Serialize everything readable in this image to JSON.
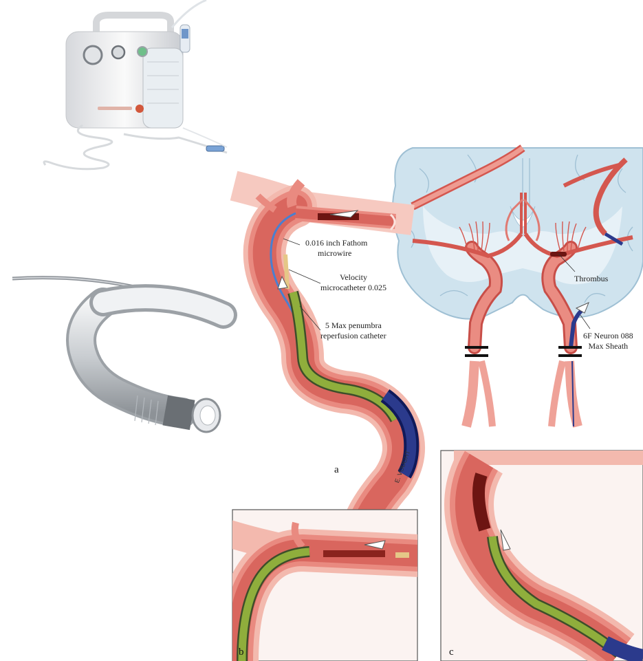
{
  "figure": {
    "labels": {
      "microwire": [
        "0.016 inch Fathom",
        "microwire"
      ],
      "microcatheter": [
        "Velocity",
        "microcatheter 0.025"
      ],
      "reperfusion": [
        "5 Max penumbra",
        "reperfusion catheter"
      ],
      "thrombus": "Thrombus",
      "sheath": [
        "6F Neuron 088",
        "Max Sheath"
      ]
    },
    "panels": {
      "a": "a",
      "b": "b",
      "c": "c"
    },
    "signature": "E. VOUGHT"
  },
  "colors": {
    "vessel_outer": "#f2b8ae",
    "vessel_mid": "#e98a80",
    "vessel_lumen": "#d9665e",
    "catheter_green": "#8fae3c",
    "catheter_blue": "#1f2a7a",
    "thrombus": "#6d1512",
    "brain": "#cfe3ee"
  }
}
